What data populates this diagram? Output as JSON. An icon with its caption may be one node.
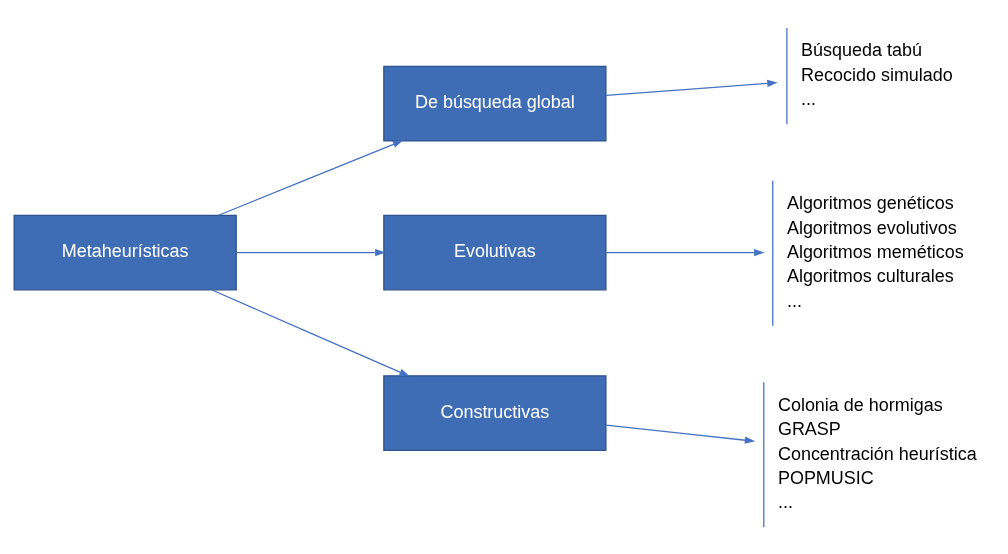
{
  "diagram": {
    "nodes": [
      {
        "text": [
          "Metaheurísticas"
        ]
      },
      {
        "text": [
          "De búsqueda global"
        ]
      },
      {
        "text": [
          "Evolutivas"
        ]
      },
      {
        "text": [
          "Constructivas"
        ]
      },
      {
        "text": [
          "Búsqueda tabú",
          "Recocido simulado",
          "..."
        ]
      },
      {
        "text": [
          "Algoritmos genéticos",
          "Algoritmos evolutivos",
          "Algoritmos meméticos",
          "Algoritmos culturales",
          "..."
        ]
      },
      {
        "text": [
          "Colonia de hormigas",
          "GRASP",
          "Concentración heurística",
          "POPMUSIC",
          "..."
        ]
      }
    ],
    "edges": [
      {
        "from": 0,
        "to": 1,
        "arrow": "to"
      },
      {
        "from": 0,
        "to": 2,
        "arrow": "to"
      },
      {
        "from": 0,
        "to": 3,
        "arrow": "to"
      },
      {
        "from": 1,
        "to": 4,
        "arrow": "to"
      },
      {
        "from": 2,
        "to": 5,
        "arrow": "to"
      },
      {
        "from": 3,
        "to": 6,
        "arrow": "to"
      }
    ]
  }
}
